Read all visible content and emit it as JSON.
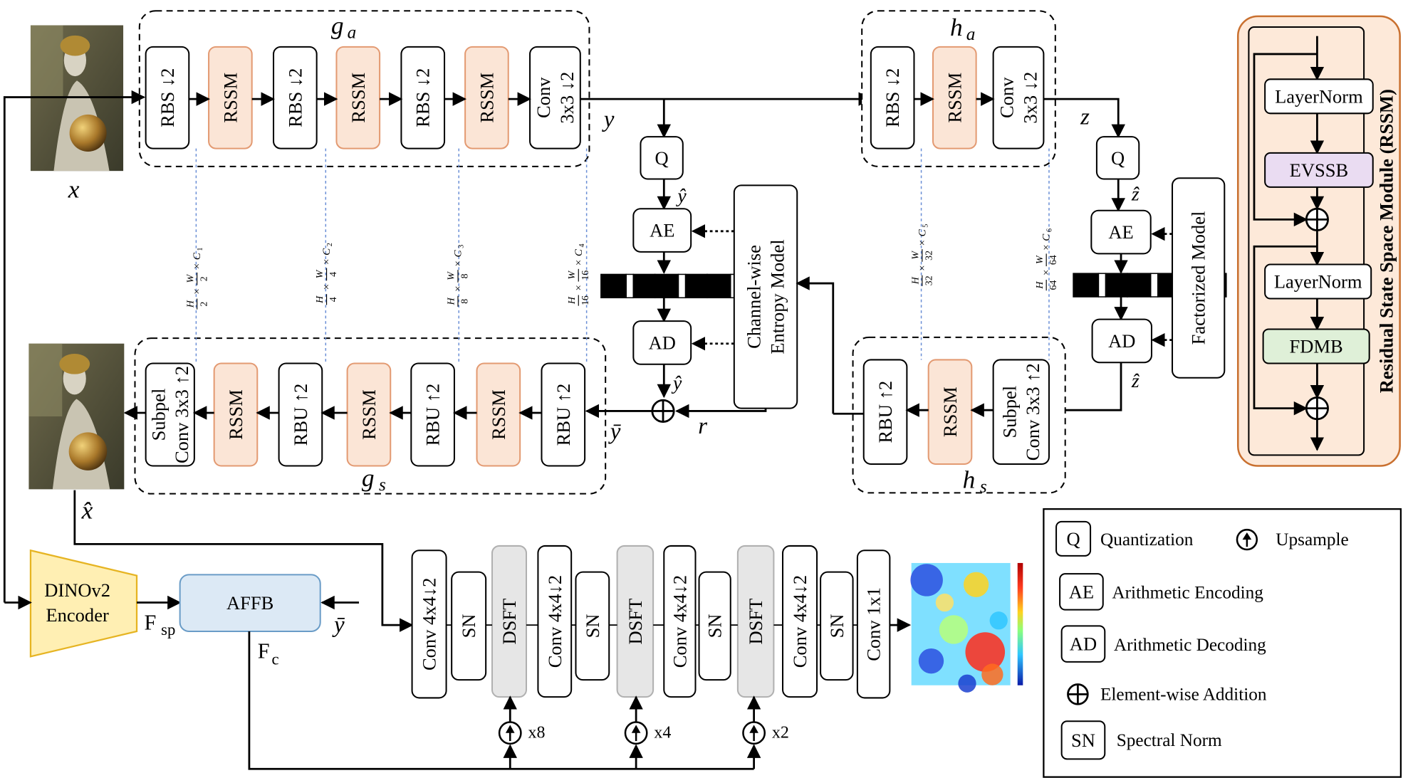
{
  "colors": {
    "rssm_fill": "#fbe5d6",
    "rssm_stroke": "#e39a72",
    "rssm_panel_fill": "#fde9d9",
    "evssb_fill": "#eadcf2",
    "fdmb_fill": "#dff0d8",
    "dinov2_fill": "#ffefb3",
    "dinov2_stroke": "#e6b422",
    "affb_fill": "#dce9f5",
    "affb_stroke": "#6a9cc7",
    "dsft_fill": "#e6e6e6",
    "dotted_line": "#6b8fd6"
  },
  "icons": {
    "upsample": "upsample-icon",
    "add": "add-icon",
    "statue": "statue-image-icon",
    "heatmap": "heatmap-image-icon",
    "bitstream": "bitstream-icon"
  },
  "labels": {
    "x_input": "x",
    "x_hat": "x̂",
    "y": "y",
    "y_bar": "ȳ",
    "y_hat_q": "ŷ",
    "y_hat_ad": "ŷ",
    "r": "r",
    "z": "z",
    "z_hat_q": "ẑ",
    "z_hat_ad": "ẑ",
    "ga": "g",
    "ga_sub": "a",
    "gs": "g",
    "gs_sub": "s",
    "ha": "h",
    "ha_sub": "a",
    "hs": "h",
    "hs_sub": "s",
    "fsp": "F",
    "fsp_sub": "sp",
    "fc": "F",
    "fc_sub": "c",
    "affb_ybar": "ȳ"
  },
  "ga_blocks": [
    "RBS ↓2",
    "RSSM",
    "RBS ↓2",
    "RSSM",
    "RBS ↓2",
    "RSSM"
  ],
  "ga_conv": [
    "Conv",
    "3x3 ↓2"
  ],
  "gs_subpel": [
    "Subpel",
    "Conv 3x3 ↑2"
  ],
  "gs_blocks": [
    "RSSM",
    "RBU ↑2",
    "RSSM",
    "RBU ↑2",
    "RSSM",
    "RBU ↑2"
  ],
  "ha_blocks": [
    "RBS ↓2",
    "RSSM"
  ],
  "ha_conv": [
    "Conv",
    "3x3 ↓2"
  ],
  "hs_blocks": [
    "RBU ↑2",
    "RSSM"
  ],
  "hs_subpel": [
    "Subpel",
    "Conv 3x3 ↑2"
  ],
  "coding": {
    "q": "Q",
    "ae": "AE",
    "ad": "AD",
    "entropy_model": [
      "Channel-wise",
      "Entropy Model"
    ],
    "factorized_model": "Factorized Model"
  },
  "dims": [
    {
      "h": "H",
      "hd": "2",
      "w": "W",
      "wd": "2",
      "c": "1"
    },
    {
      "h": "H",
      "hd": "4",
      "w": "W",
      "wd": "4",
      "c": "2"
    },
    {
      "h": "H",
      "hd": "8",
      "w": "W",
      "wd": "8",
      "c": "3"
    },
    {
      "h": "H",
      "hd": "16",
      "w": "W",
      "wd": "16",
      "c": "4"
    },
    {
      "h": "H",
      "hd": "32",
      "w": "W",
      "wd": "32",
      "c": "5"
    },
    {
      "h": "H",
      "hd": "64",
      "w": "W",
      "wd": "64",
      "c": "6"
    }
  ],
  "dim_times": "×",
  "dim_c": "C",
  "rssm_panel": {
    "title": "Residual State Space Module (RSSM)",
    "layernorm1": "LayerNorm",
    "evssb": "EVSSB",
    "layernorm2": "LayerNorm",
    "fdmb": "FDMB"
  },
  "dinov2": [
    "DINOv2",
    "Encoder"
  ],
  "affb": "AFFB",
  "disc_blocks": [
    "Conv 4x4↓2",
    "SN",
    "DSFT",
    "Conv 4x4↓2",
    "SN",
    "DSFT",
    "Conv 4x4↓2",
    "SN",
    "DSFT",
    "Conv 4x4↓2",
    "SN",
    "Conv 1x1"
  ],
  "upsample_factors": [
    "x8",
    "x4",
    "x2"
  ],
  "legend": {
    "q_symbol": "Q",
    "q_text": "Quantization",
    "up_text": "Upsample",
    "ae_symbol": "AE",
    "ae_text": "Arithmetic Encoding",
    "ad_symbol": "AD",
    "ad_text": "Arithmetic Decoding",
    "add_text": "Element-wise Addition",
    "sn_symbol": "SN",
    "sn_text": "Spectral Norm"
  }
}
